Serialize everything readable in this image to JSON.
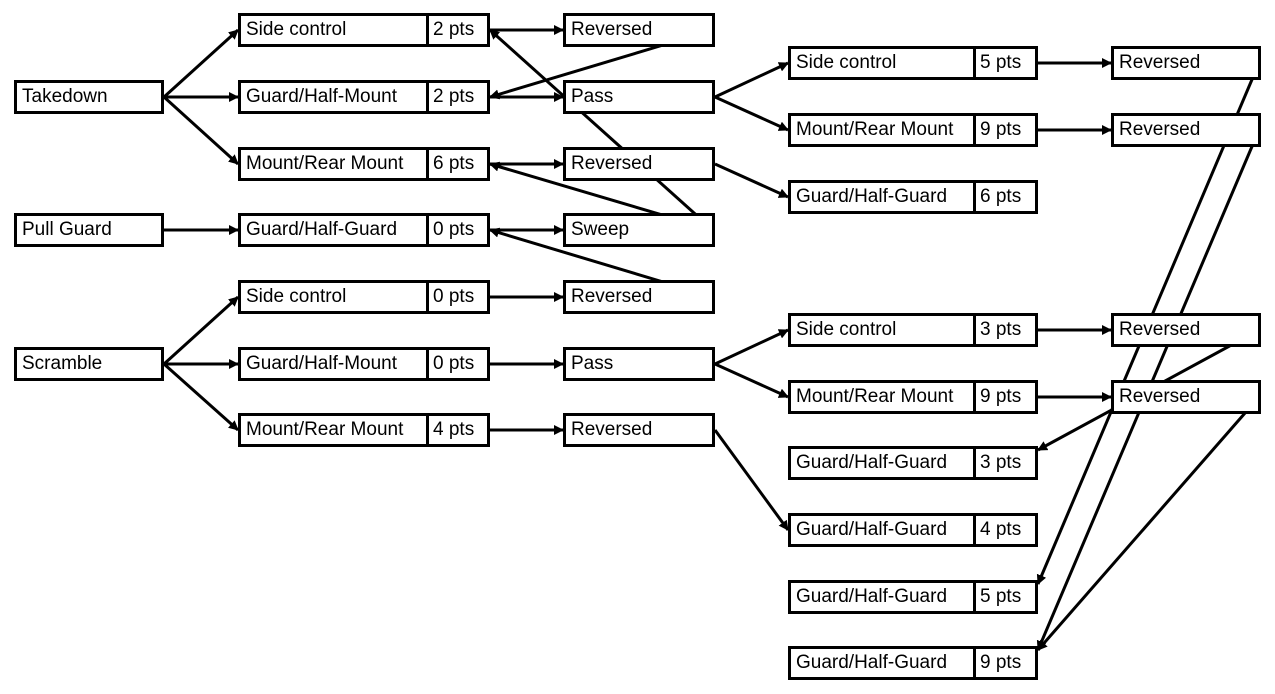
{
  "nodes": {
    "takedown": {
      "label": "Takedown"
    },
    "pull_guard": {
      "label": "Pull Guard"
    },
    "scramble": {
      "label": "Scramble"
    },
    "td_side": {
      "label": "Side control",
      "pts": "2 pts"
    },
    "td_guard": {
      "label": "Guard/Half-Mount",
      "pts": "2 pts"
    },
    "td_mount": {
      "label": "Mount/Rear Mount",
      "pts": "6 pts"
    },
    "pg_guard": {
      "label": "Guard/Half-Guard",
      "pts": "0 pts"
    },
    "sc_side": {
      "label": "Side control",
      "pts": "0 pts"
    },
    "sc_guard": {
      "label": "Guard/Half-Mount",
      "pts": "0 pts"
    },
    "sc_mount": {
      "label": "Mount/Rear Mount",
      "pts": "4 pts"
    },
    "a_rev1": {
      "label": "Reversed"
    },
    "a_pass1": {
      "label": "Pass"
    },
    "a_rev2": {
      "label": "Reversed"
    },
    "a_sweep": {
      "label": "Sweep"
    },
    "a_rev3": {
      "label": "Reversed"
    },
    "a_pass2": {
      "label": "Pass"
    },
    "a_rev4": {
      "label": "Reversed"
    },
    "p_side5": {
      "label": "Side control",
      "pts": "5 pts"
    },
    "p_mount9a": {
      "label": "Mount/Rear Mount",
      "pts": "9 pts"
    },
    "p_guard6": {
      "label": "Guard/Half-Guard",
      "pts": "6 pts"
    },
    "p_side3": {
      "label": "Side control",
      "pts": "3 pts"
    },
    "p_mount9b": {
      "label": "Mount/Rear Mount",
      "pts": "9 pts"
    },
    "p_guard3": {
      "label": "Guard/Half-Guard",
      "pts": "3 pts"
    },
    "p_guard4": {
      "label": "Guard/Half-Guard",
      "pts": "4 pts"
    },
    "p_guard5": {
      "label": "Guard/Half-Guard",
      "pts": "5 pts"
    },
    "p_guard9": {
      "label": "Guard/Half-Guard",
      "pts": "9 pts"
    },
    "r_rev1": {
      "label": "Reversed"
    },
    "r_rev2": {
      "label": "Reversed"
    },
    "r_rev3": {
      "label": "Reversed"
    },
    "r_rev4": {
      "label": "Reversed"
    }
  },
  "edges": [
    [
      "takedown",
      "td_side"
    ],
    [
      "takedown",
      "td_guard"
    ],
    [
      "takedown",
      "td_mount"
    ],
    [
      "pull_guard",
      "pg_guard"
    ],
    [
      "scramble",
      "sc_side"
    ],
    [
      "scramble",
      "sc_guard"
    ],
    [
      "scramble",
      "sc_mount"
    ],
    [
      "td_side",
      "a_rev1"
    ],
    [
      "td_guard",
      "a_pass1"
    ],
    [
      "td_mount",
      "a_rev2"
    ],
    [
      "pg_guard",
      "a_sweep"
    ],
    [
      "sc_side",
      "a_rev3"
    ],
    [
      "sc_guard",
      "a_pass2"
    ],
    [
      "sc_mount",
      "a_rev4"
    ],
    [
      "a_rev1",
      "td_guard"
    ],
    [
      "a_sweep",
      "td_side"
    ],
    [
      "a_sweep",
      "td_mount"
    ],
    [
      "a_rev3",
      "pg_guard"
    ],
    [
      "a_pass1",
      "p_side5"
    ],
    [
      "a_pass1",
      "p_mount9a"
    ],
    [
      "a_rev2",
      "p_guard6"
    ],
    [
      "a_pass2",
      "p_side3"
    ],
    [
      "a_pass2",
      "p_mount9b"
    ],
    [
      "a_rev4",
      "p_guard4"
    ],
    [
      "p_side5",
      "r_rev1"
    ],
    [
      "p_mount9a",
      "r_rev2"
    ],
    [
      "p_side3",
      "r_rev3"
    ],
    [
      "p_mount9b",
      "r_rev4"
    ],
    [
      "r_rev1",
      "p_guard5"
    ],
    [
      "r_rev2",
      "p_guard9"
    ],
    [
      "r_rev3",
      "p_guard3"
    ],
    [
      "r_rev4",
      "p_guard9"
    ]
  ]
}
